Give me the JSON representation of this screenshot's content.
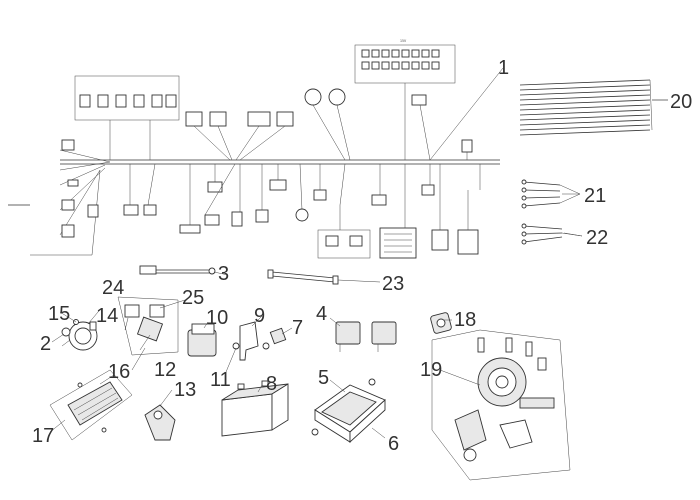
{
  "diagram": {
    "callouts": [
      "1",
      "2",
      "3",
      "4",
      "5",
      "6",
      "7",
      "8",
      "9",
      "10",
      "11",
      "12",
      "13",
      "14",
      "15",
      "16",
      "17",
      "18",
      "19",
      "20",
      "21",
      "22",
      "23",
      "24",
      "25"
    ],
    "top_label": "15V"
  }
}
